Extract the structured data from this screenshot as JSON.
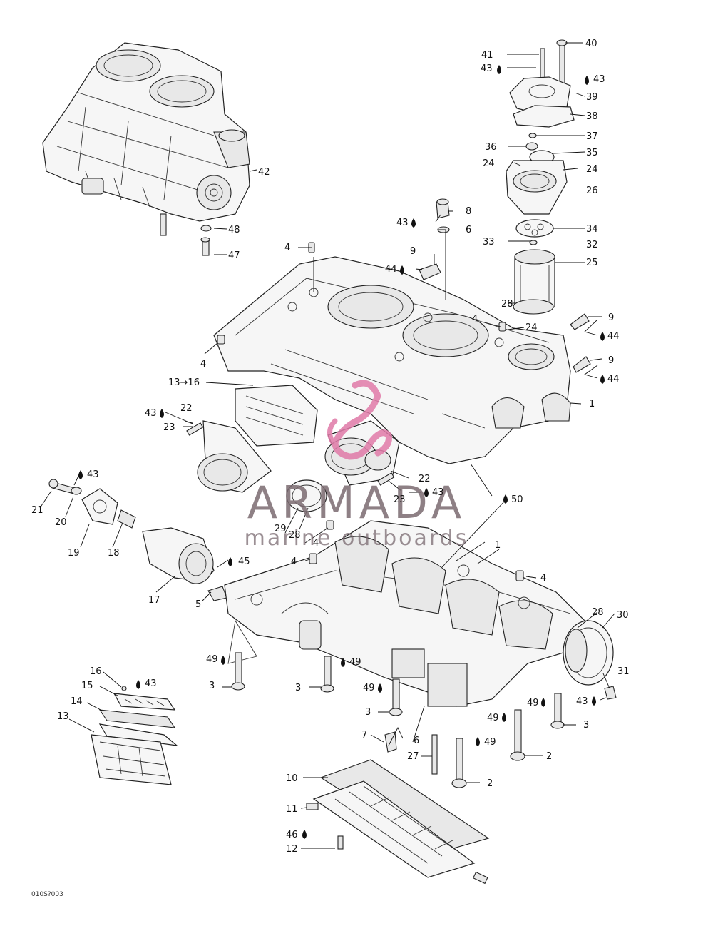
{
  "diagram_code": "010S?003",
  "watermark": {
    "brand": "ARMADA",
    "tagline": "marine outboards",
    "brand_color": "#7a6a70",
    "logo_color": "#e07aa8"
  },
  "callouts": [
    {
      "id": "c40",
      "label": "40"
    },
    {
      "id": "c41",
      "label": "41"
    },
    {
      "id": "c43a",
      "label": "43"
    },
    {
      "id": "c43b",
      "label": "43"
    },
    {
      "id": "c39",
      "label": "39"
    },
    {
      "id": "c38",
      "label": "38"
    },
    {
      "id": "c37",
      "label": "37"
    },
    {
      "id": "c36",
      "label": "36"
    },
    {
      "id": "c35",
      "label": "35"
    },
    {
      "id": "c24a",
      "label": "24"
    },
    {
      "id": "c24b",
      "label": "24"
    },
    {
      "id": "c26",
      "label": "26"
    },
    {
      "id": "c8",
      "label": "8"
    },
    {
      "id": "c43c",
      "label": "43"
    },
    {
      "id": "c6a",
      "label": "6"
    },
    {
      "id": "c34",
      "label": "34"
    },
    {
      "id": "c33",
      "label": "33"
    },
    {
      "id": "c32",
      "label": "32"
    },
    {
      "id": "c25",
      "label": "25"
    },
    {
      "id": "c42",
      "label": "42"
    },
    {
      "id": "c48",
      "label": "48"
    },
    {
      "id": "c47",
      "label": "47"
    },
    {
      "id": "c4a",
      "label": "4"
    },
    {
      "id": "c9a",
      "label": "9"
    },
    {
      "id": "c44a",
      "label": "44"
    },
    {
      "id": "c28a",
      "label": "28"
    },
    {
      "id": "c4b",
      "label": "4"
    },
    {
      "id": "c24c",
      "label": "24"
    },
    {
      "id": "c9b",
      "label": "9"
    },
    {
      "id": "c44b",
      "label": "44"
    },
    {
      "id": "c4c",
      "label": "4"
    },
    {
      "id": "c9c",
      "label": "9"
    },
    {
      "id": "c44c",
      "label": "44"
    },
    {
      "id": "c13_16",
      "label": "13→16"
    },
    {
      "id": "c1a",
      "label": "1"
    },
    {
      "id": "c43d",
      "label": "43"
    },
    {
      "id": "c22a",
      "label": "22"
    },
    {
      "id": "c23a",
      "label": "23"
    },
    {
      "id": "c43e",
      "label": "43"
    },
    {
      "id": "c21",
      "label": "21"
    },
    {
      "id": "c20",
      "label": "20"
    },
    {
      "id": "c19",
      "label": "19"
    },
    {
      "id": "c18",
      "label": "18"
    },
    {
      "id": "c22b",
      "label": "22"
    },
    {
      "id": "c23b",
      "label": "23"
    },
    {
      "id": "c43f",
      "label": "43"
    },
    {
      "id": "c50",
      "label": "50"
    },
    {
      "id": "c29",
      "label": "29"
    },
    {
      "id": "c28b",
      "label": "28"
    },
    {
      "id": "c4d",
      "label": "4"
    },
    {
      "id": "c4e",
      "label": "4"
    },
    {
      "id": "c1b",
      "label": "1"
    },
    {
      "id": "c4f",
      "label": "4"
    },
    {
      "id": "c45",
      "label": "45"
    },
    {
      "id": "c17",
      "label": "17"
    },
    {
      "id": "c5",
      "label": "5"
    },
    {
      "id": "c28c",
      "label": "28"
    },
    {
      "id": "c30",
      "label": "30"
    },
    {
      "id": "c49a",
      "label": "49"
    },
    {
      "id": "c3a",
      "label": "3"
    },
    {
      "id": "c49b",
      "label": "49"
    },
    {
      "id": "c3b",
      "label": "3"
    },
    {
      "id": "c16",
      "label": "16"
    },
    {
      "id": "c43g",
      "label": "43"
    },
    {
      "id": "c15",
      "label": "15"
    },
    {
      "id": "c14",
      "label": "14"
    },
    {
      "id": "c13",
      "label": "13"
    },
    {
      "id": "c49c",
      "label": "49"
    },
    {
      "id": "c3c",
      "label": "3"
    },
    {
      "id": "c31",
      "label": "31"
    },
    {
      "id": "c43h",
      "label": "43"
    },
    {
      "id": "c49d",
      "label": "49"
    },
    {
      "id": "c49e",
      "label": "49"
    },
    {
      "id": "c3d",
      "label": "3"
    },
    {
      "id": "c7",
      "label": "7"
    },
    {
      "id": "c6b",
      "label": "6"
    },
    {
      "id": "c27",
      "label": "27"
    },
    {
      "id": "c49f",
      "label": "49"
    },
    {
      "id": "c2a",
      "label": "2"
    },
    {
      "id": "c2b",
      "label": "2"
    },
    {
      "id": "c10",
      "label": "10"
    },
    {
      "id": "c11",
      "label": "11"
    },
    {
      "id": "c46",
      "label": "46"
    },
    {
      "id": "c12",
      "label": "12"
    }
  ]
}
